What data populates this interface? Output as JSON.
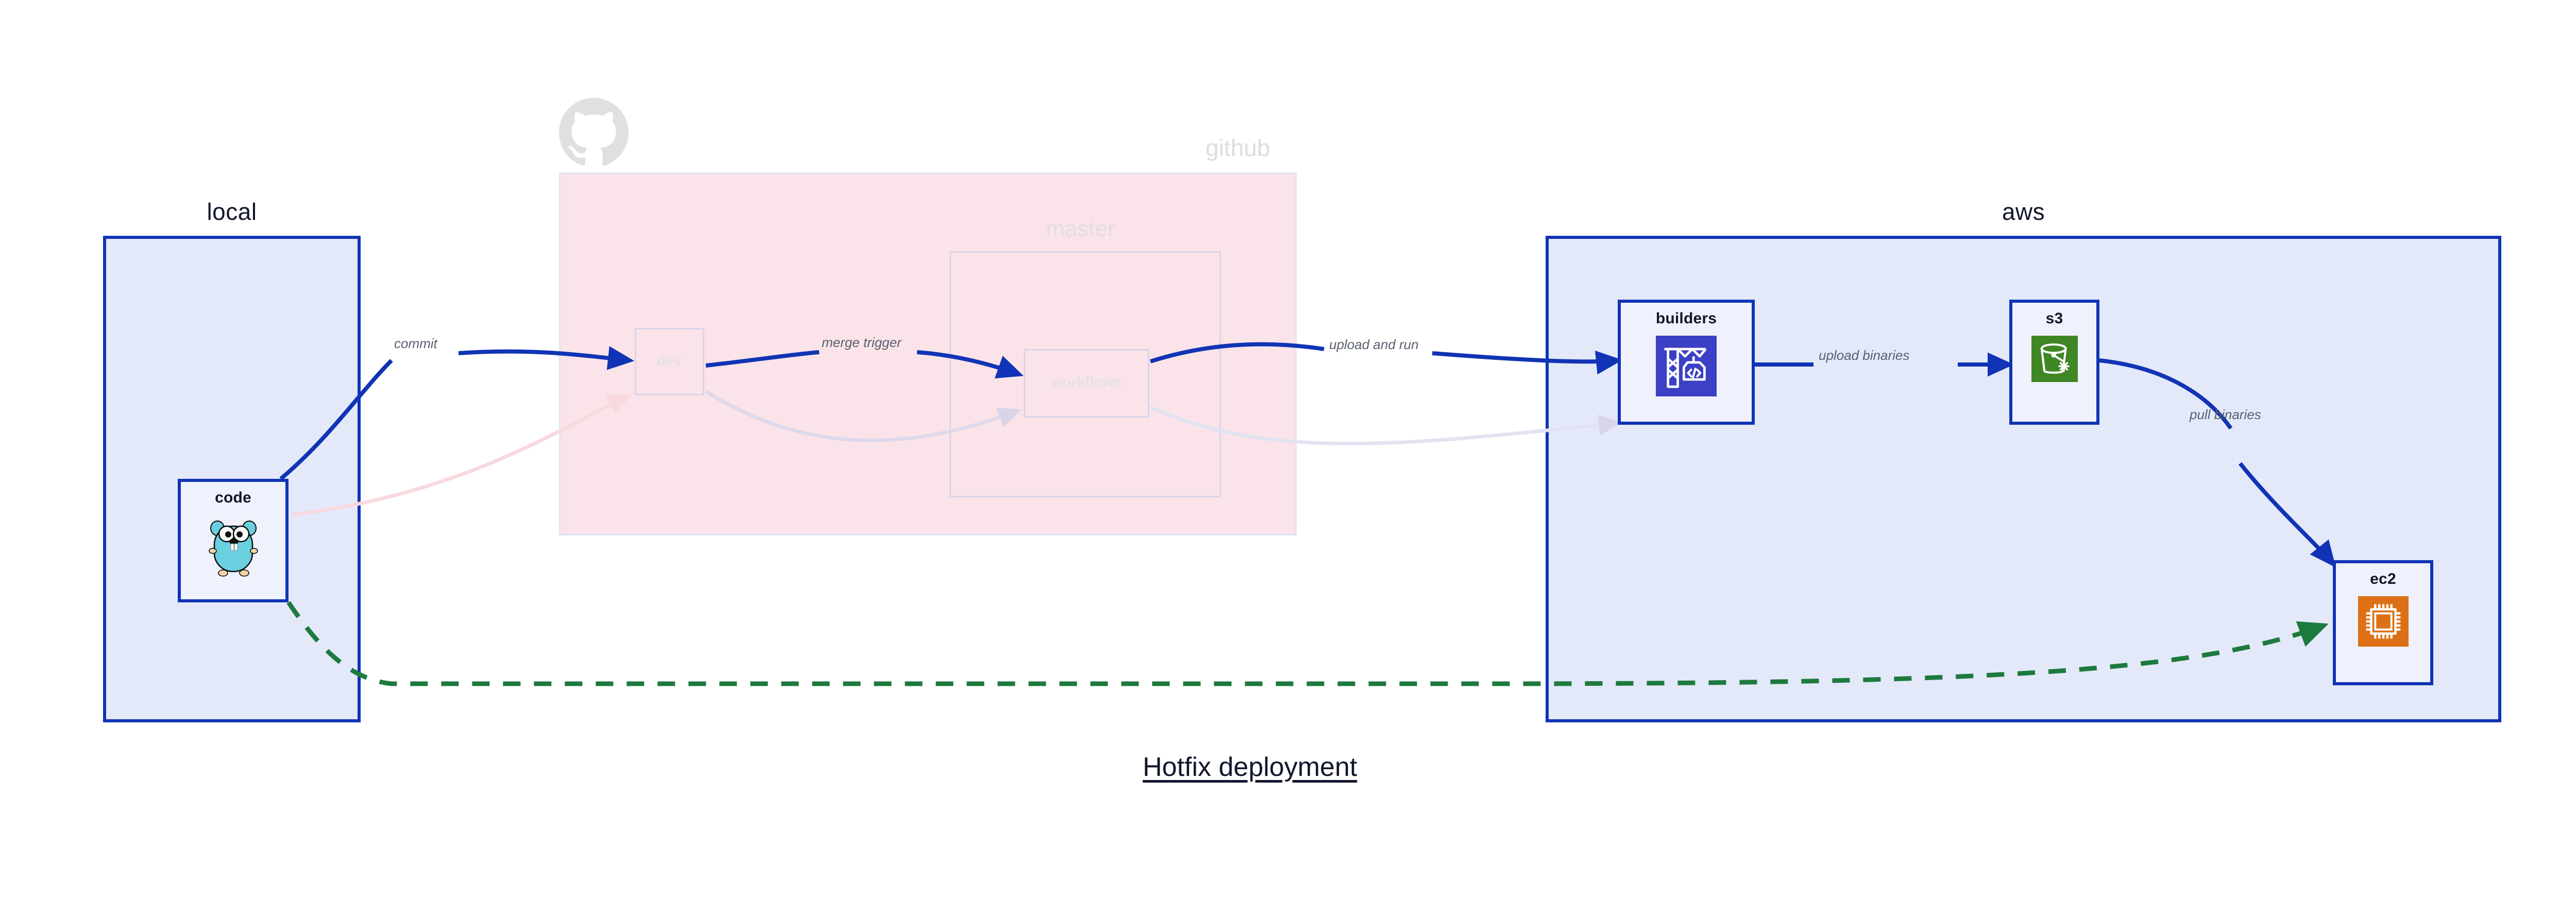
{
  "diagram": {
    "title": "Hotfix deployment",
    "colors": {
      "edge_blue": "#1034b5",
      "group_fill_blue": "#e4e9fa",
      "group_border_blue": "#1034b5",
      "github_fill_pink": "#fae4e9",
      "ghost_gray": "#d9d5e8",
      "hotfix_green": "#1d7a3e",
      "label_gray": "#5a6070",
      "builders_icon": "#3b40c4",
      "s3_icon": "#3f8624",
      "ec2_icon": "#dd7016",
      "gopher_body": "#6ad0e0"
    }
  },
  "groups": {
    "local": {
      "label": "local"
    },
    "github": {
      "label": "github",
      "branch_label": "master"
    },
    "aws": {
      "label": "aws"
    }
  },
  "nodes": {
    "code": {
      "label": "code",
      "icon": "go-gopher-icon"
    },
    "dev": {
      "label": "dev",
      "icon": "none"
    },
    "workflows": {
      "label": "workflows",
      "icon": "none"
    },
    "builders": {
      "label": "builders",
      "icon": "aws-codebuild-icon"
    },
    "s3": {
      "label": "s3",
      "icon": "aws-s3-bucket-icon"
    },
    "ec2": {
      "label": "ec2",
      "icon": "aws-ec2-chip-icon"
    }
  },
  "edges": [
    {
      "id": "commit",
      "label": "commit",
      "from": "code",
      "to": "dev",
      "style": "solid-blue"
    },
    {
      "id": "merge-trigger",
      "label": "merge trigger",
      "from": "dev",
      "to": "workflows",
      "style": "solid-blue"
    },
    {
      "id": "upload-and-run",
      "label": "upload and run",
      "from": "workflows",
      "to": "builders",
      "style": "solid-blue"
    },
    {
      "id": "upload-binaries",
      "label": "upload binaries",
      "from": "builders",
      "to": "s3",
      "style": "solid-blue"
    },
    {
      "id": "pull-binaries",
      "label": "pull binaries",
      "from": "s3",
      "to": "ec2",
      "style": "solid-blue"
    },
    {
      "id": "hotfix",
      "label": "",
      "from": "code",
      "to": "ec2",
      "style": "dashed-green"
    }
  ]
}
